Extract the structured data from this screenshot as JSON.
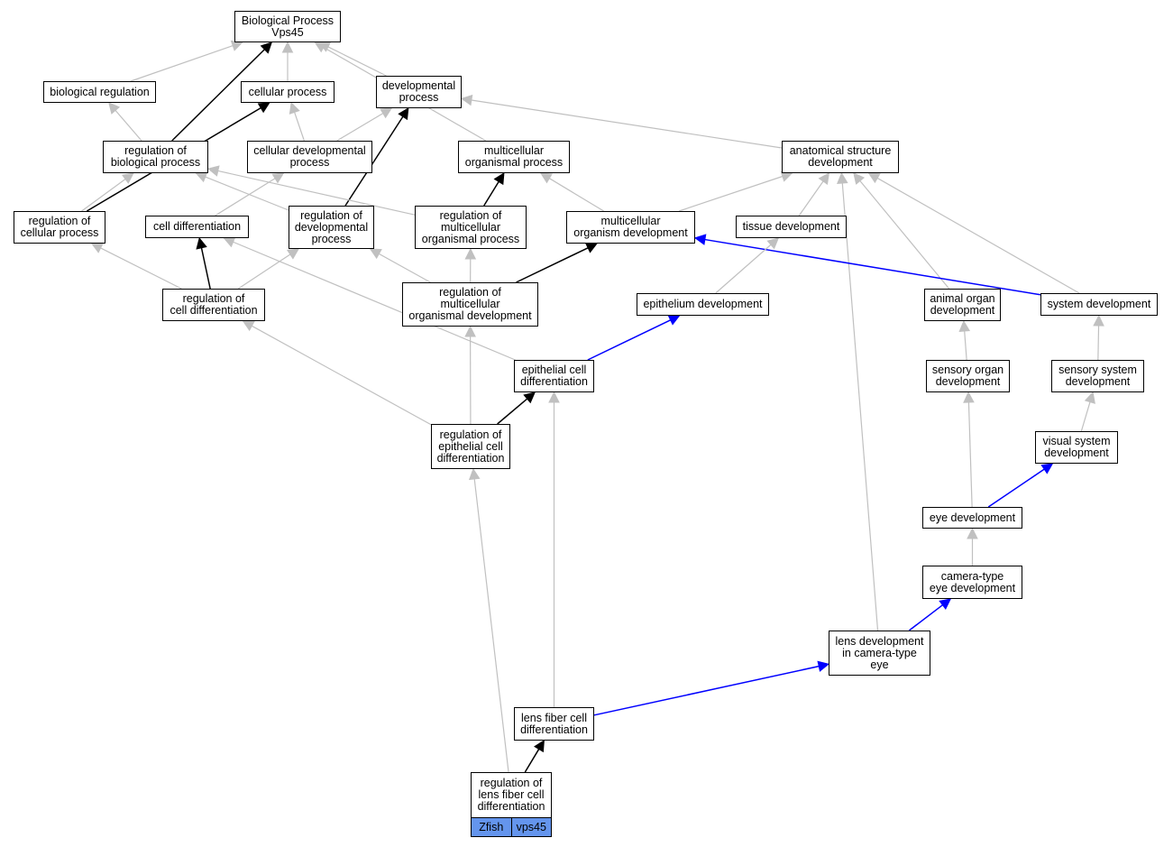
{
  "colors": {
    "grey_edge": "#c0c0c0",
    "black_edge": "#000000",
    "blue_edge": "#0000ff",
    "tag_fill": "#6495ed"
  },
  "nodes": {
    "bp": "Biological Process\nVps45",
    "biological_regulation": "biological regulation",
    "cellular_process": "cellular process",
    "developmental_process": "developmental\nprocess",
    "regulation_of_biological_process": "regulation of\nbiological process",
    "cellular_developmental_process": "cellular developmental\nprocess",
    "multicellular_organismal_process": "multicellular\norganismal process",
    "anatomical_structure_development": "anatomical structure\ndevelopment",
    "regulation_of_cellular_process": "regulation of\ncellular process",
    "cell_differentiation": "cell differentiation",
    "regulation_of_developmental_process": "regulation of\ndevelopmental\nprocess",
    "regulation_of_multicellular_organismal_process": "regulation of\nmulticellular\norganismal process",
    "multicellular_organism_development": "multicellular\norganism development",
    "tissue_development": "tissue development",
    "regulation_of_cell_differentiation": "regulation of\ncell differentiation",
    "regulation_of_multicellular_organismal_development": "regulation of\nmulticellular\norganismal development",
    "epithelium_development": "epithelium development",
    "animal_organ_development": "animal organ\ndevelopment",
    "system_development": "system development",
    "epithelial_cell_differentiation": "epithelial cell\ndifferentiation",
    "sensory_organ_development": "sensory organ\ndevelopment",
    "sensory_system_development": "sensory system\ndevelopment",
    "regulation_of_epithelial_cell_differentiation": "regulation of\nepithelial cell\ndifferentiation",
    "visual_system_development": "visual system\ndevelopment",
    "eye_development": "eye development",
    "camera_type_eye_development": "camera-type\neye development",
    "lens_development_in_camera_type_eye": "lens development\nin camera-type\neye",
    "lens_fiber_cell_differentiation": "lens fiber cell\ndifferentiation",
    "regulation_of_lens_fiber_cell_differentiation": "regulation of\nlens fiber cell\ndifferentiation"
  },
  "tags": {
    "organism": "Zfish",
    "gene": "vps45"
  },
  "edges": [
    {
      "from": "biological_regulation",
      "to": "bp",
      "color": "grey"
    },
    {
      "from": "cellular_process",
      "to": "bp",
      "color": "grey"
    },
    {
      "from": "developmental_process",
      "to": "bp",
      "color": "grey"
    },
    {
      "from": "multicellular_organismal_process",
      "to": "bp",
      "color": "grey"
    },
    {
      "from": "regulation_of_biological_process",
      "to": "bp",
      "color": "black"
    },
    {
      "from": "regulation_of_biological_process",
      "to": "biological_regulation",
      "color": "grey"
    },
    {
      "from": "regulation_of_cellular_process",
      "to": "cellular_process",
      "color": "black"
    },
    {
      "from": "cellular_developmental_process",
      "to": "cellular_process",
      "color": "grey"
    },
    {
      "from": "cellular_developmental_process",
      "to": "developmental_process",
      "color": "grey"
    },
    {
      "from": "anatomical_structure_development",
      "to": "developmental_process",
      "color": "grey"
    },
    {
      "from": "regulation_of_developmental_process",
      "to": "developmental_process",
      "color": "black"
    },
    {
      "from": "regulation_of_cellular_process",
      "to": "regulation_of_biological_process",
      "color": "grey"
    },
    {
      "from": "regulation_of_multicellular_organismal_process",
      "to": "regulation_of_biological_process",
      "color": "grey"
    },
    {
      "from": "regulation_of_developmental_process",
      "to": "regulation_of_biological_process",
      "color": "grey"
    },
    {
      "from": "cell_differentiation",
      "to": "cellular_developmental_process",
      "color": "grey"
    },
    {
      "from": "regulation_of_multicellular_organismal_process",
      "to": "multicellular_organismal_process",
      "color": "black"
    },
    {
      "from": "multicellular_organism_development",
      "to": "multicellular_organismal_process",
      "color": "grey"
    },
    {
      "from": "multicellular_organism_development",
      "to": "anatomical_structure_development",
      "color": "grey"
    },
    {
      "from": "tissue_development",
      "to": "anatomical_structure_development",
      "color": "grey"
    },
    {
      "from": "lens_development_in_camera_type_eye",
      "to": "anatomical_structure_development",
      "color": "grey"
    },
    {
      "from": "animal_organ_development",
      "to": "anatomical_structure_development",
      "color": "grey"
    },
    {
      "from": "system_development",
      "to": "anatomical_structure_development",
      "color": "grey"
    },
    {
      "from": "regulation_of_cell_differentiation",
      "to": "regulation_of_cellular_process",
      "color": "grey"
    },
    {
      "from": "regulation_of_cell_differentiation",
      "to": "cell_differentiation",
      "color": "black"
    },
    {
      "from": "epithelial_cell_differentiation",
      "to": "cell_differentiation",
      "color": "grey"
    },
    {
      "from": "regulation_of_cell_differentiation",
      "to": "regulation_of_developmental_process",
      "color": "grey"
    },
    {
      "from": "regulation_of_multicellular_organismal_development",
      "to": "regulation_of_developmental_process",
      "color": "grey"
    },
    {
      "from": "regulation_of_multicellular_organismal_development",
      "to": "regulation_of_multicellular_organismal_process",
      "color": "grey"
    },
    {
      "from": "regulation_of_multicellular_organismal_development",
      "to": "multicellular_organism_development",
      "color": "black"
    },
    {
      "from": "system_development",
      "to": "multicellular_organism_development",
      "color": "blue"
    },
    {
      "from": "epithelium_development",
      "to": "tissue_development",
      "color": "grey"
    },
    {
      "from": "regulation_of_epithelial_cell_differentiation",
      "to": "regulation_of_cell_differentiation",
      "color": "grey"
    },
    {
      "from": "regulation_of_epithelial_cell_differentiation",
      "to": "regulation_of_multicellular_organismal_development",
      "color": "grey"
    },
    {
      "from": "epithelial_cell_differentiation",
      "to": "epithelium_development",
      "color": "blue"
    },
    {
      "from": "sensory_organ_development",
      "to": "animal_organ_development",
      "color": "grey"
    },
    {
      "from": "sensory_system_development",
      "to": "system_development",
      "color": "grey"
    },
    {
      "from": "regulation_of_epithelial_cell_differentiation",
      "to": "epithelial_cell_differentiation",
      "color": "black"
    },
    {
      "from": "lens_fiber_cell_differentiation",
      "to": "epithelial_cell_differentiation",
      "color": "grey"
    },
    {
      "from": "eye_development",
      "to": "sensory_organ_development",
      "color": "grey"
    },
    {
      "from": "visual_system_development",
      "to": "sensory_system_development",
      "color": "grey"
    },
    {
      "from": "eye_development",
      "to": "visual_system_development",
      "color": "blue"
    },
    {
      "from": "camera_type_eye_development",
      "to": "eye_development",
      "color": "grey"
    },
    {
      "from": "lens_development_in_camera_type_eye",
      "to": "camera_type_eye_development",
      "color": "blue"
    },
    {
      "from": "lens_fiber_cell_differentiation",
      "to": "lens_development_in_camera_type_eye",
      "color": "blue"
    },
    {
      "from": "regulation_of_lens_fiber_cell_differentiation",
      "to": "lens_fiber_cell_differentiation",
      "color": "black"
    },
    {
      "from": "regulation_of_lens_fiber_cell_differentiation",
      "to": "regulation_of_epithelial_cell_differentiation",
      "color": "grey"
    }
  ]
}
